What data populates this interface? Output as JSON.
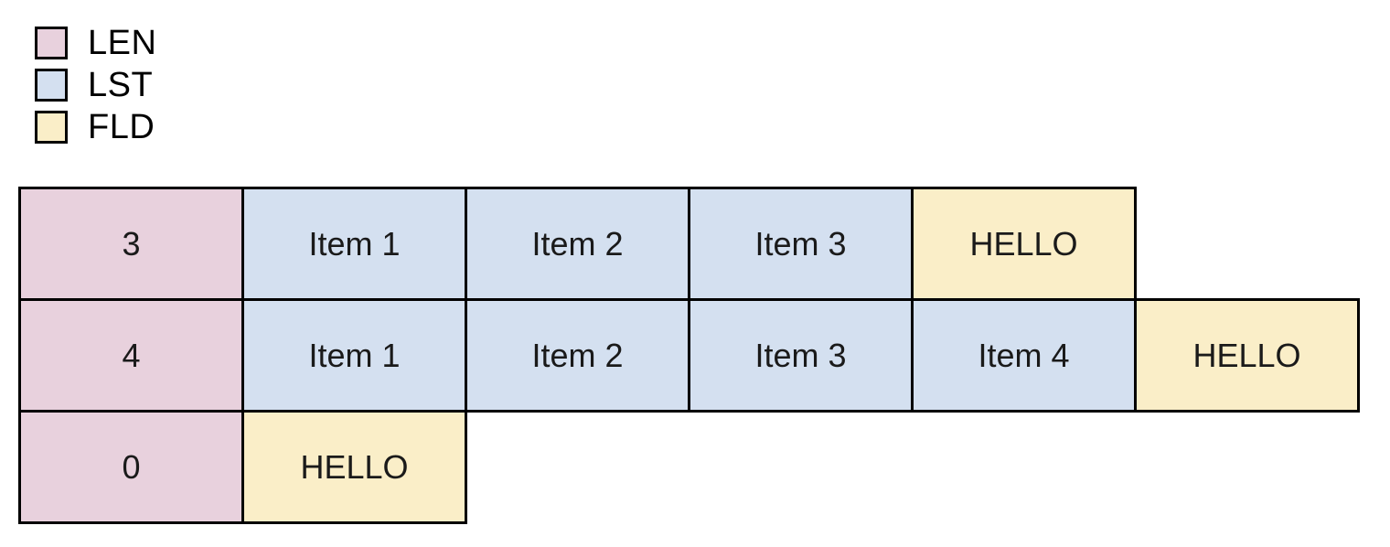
{
  "legend": {
    "items": [
      {
        "label": "LEN",
        "color": "#e8d1dd",
        "kind": "len"
      },
      {
        "label": "LST",
        "color": "#d4e0f0",
        "kind": "lst"
      },
      {
        "label": "FLD",
        "color": "#faeec8",
        "kind": "fld"
      }
    ]
  },
  "diagram": {
    "type": "memory-layout-table",
    "border_color": "#000000",
    "rows": [
      {
        "cells": [
          {
            "kind": "len",
            "text": "3"
          },
          {
            "kind": "lst",
            "text": "Item 1"
          },
          {
            "kind": "lst",
            "text": "Item 2"
          },
          {
            "kind": "lst",
            "text": "Item 3"
          },
          {
            "kind": "fld",
            "text": "HELLO"
          }
        ]
      },
      {
        "cells": [
          {
            "kind": "len",
            "text": "4"
          },
          {
            "kind": "lst",
            "text": "Item 1"
          },
          {
            "kind": "lst",
            "text": "Item 2"
          },
          {
            "kind": "lst",
            "text": "Item 3"
          },
          {
            "kind": "lst",
            "text": "Item 4"
          },
          {
            "kind": "fld",
            "text": "HELLO"
          }
        ]
      },
      {
        "cells": [
          {
            "kind": "len",
            "text": "0"
          },
          {
            "kind": "fld",
            "text": "HELLO"
          }
        ]
      }
    ]
  }
}
